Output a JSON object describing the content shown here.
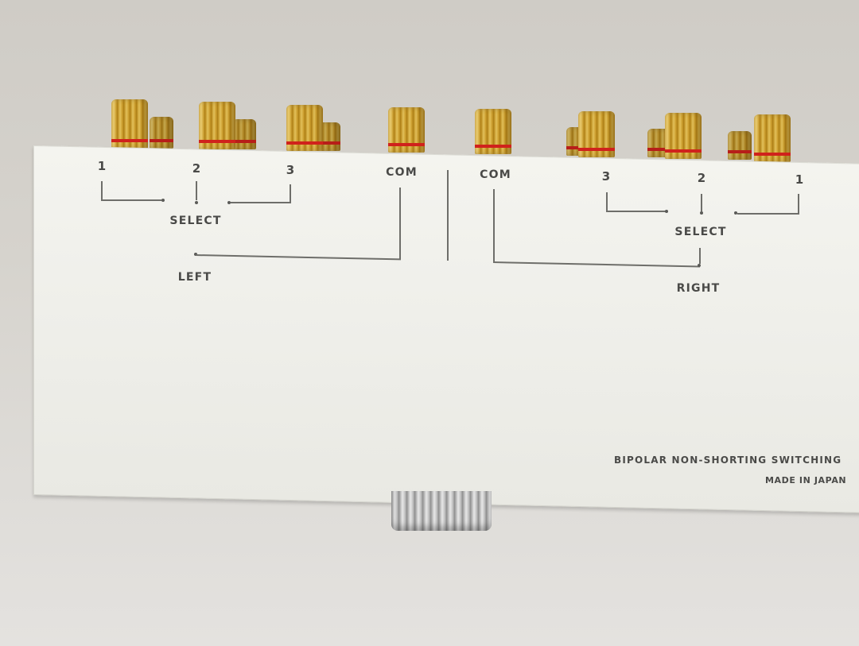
{
  "left": {
    "inputs": [
      "1",
      "2",
      "3"
    ],
    "common": "COM",
    "select": "SELECT",
    "channel": "LEFT"
  },
  "right": {
    "inputs": [
      "3",
      "2",
      "1"
    ],
    "common": "COM",
    "select": "SELECT",
    "channel": "RIGHT"
  },
  "footer": {
    "description": "BIPOLAR NON-SHORTING SWITCHING",
    "origin": "MADE IN JAPAN"
  },
  "colors": {
    "panel": "#efefea",
    "terminal_gold": "#d4a93a",
    "terminal_ring": "#d0221c",
    "knob": "#c8c8c8",
    "print": "#4a4a48"
  }
}
